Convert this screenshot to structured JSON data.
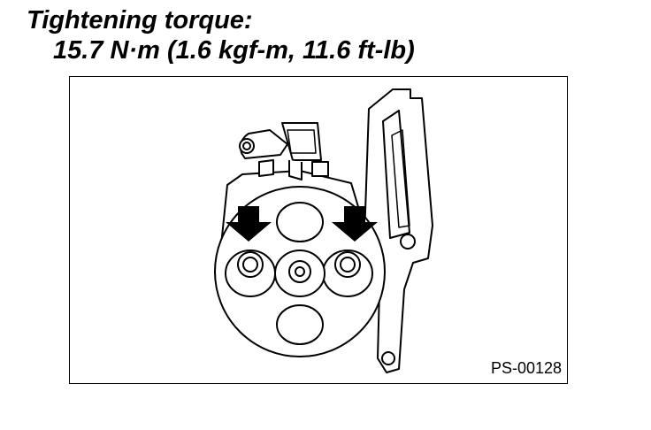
{
  "heading": {
    "line1": "Tightening torque:",
    "line2": "15.7 N·m (1.6 kgf-m, 11.6 ft-lb)"
  },
  "figure": {
    "code": "PS-00128",
    "parts": [
      "pump-pulley",
      "bolt-left",
      "bolt-right",
      "center-nut",
      "mounting-bracket",
      "hose-fitting"
    ],
    "arrows": [
      "arrow-left-bolt",
      "arrow-right-bolt"
    ]
  }
}
